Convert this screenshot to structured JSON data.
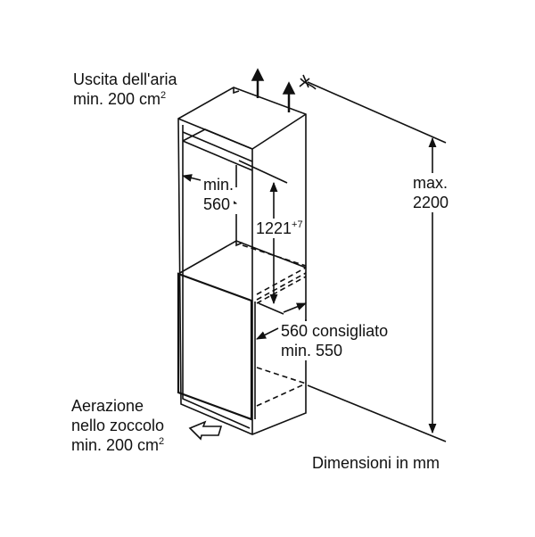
{
  "labels": {
    "air_outlet_line1": "Uscita dell'aria",
    "air_outlet_line2": "min. 200 cm",
    "air_outlet_sup": "2",
    "width_min_line1": "min.",
    "width_min_line2": "560",
    "niche_height": "1221",
    "niche_height_tol": "+7",
    "max_height_line1": "max.",
    "max_height_line2": "2200",
    "depth_line1": "560 consigliato",
    "depth_line2": "min. 550",
    "plinth_line1": "Aerazione",
    "plinth_line2": "nello zoccolo",
    "plinth_line3": "min. 200 cm",
    "plinth_sup": "2",
    "units_note": "Dimensioni in mm"
  }
}
